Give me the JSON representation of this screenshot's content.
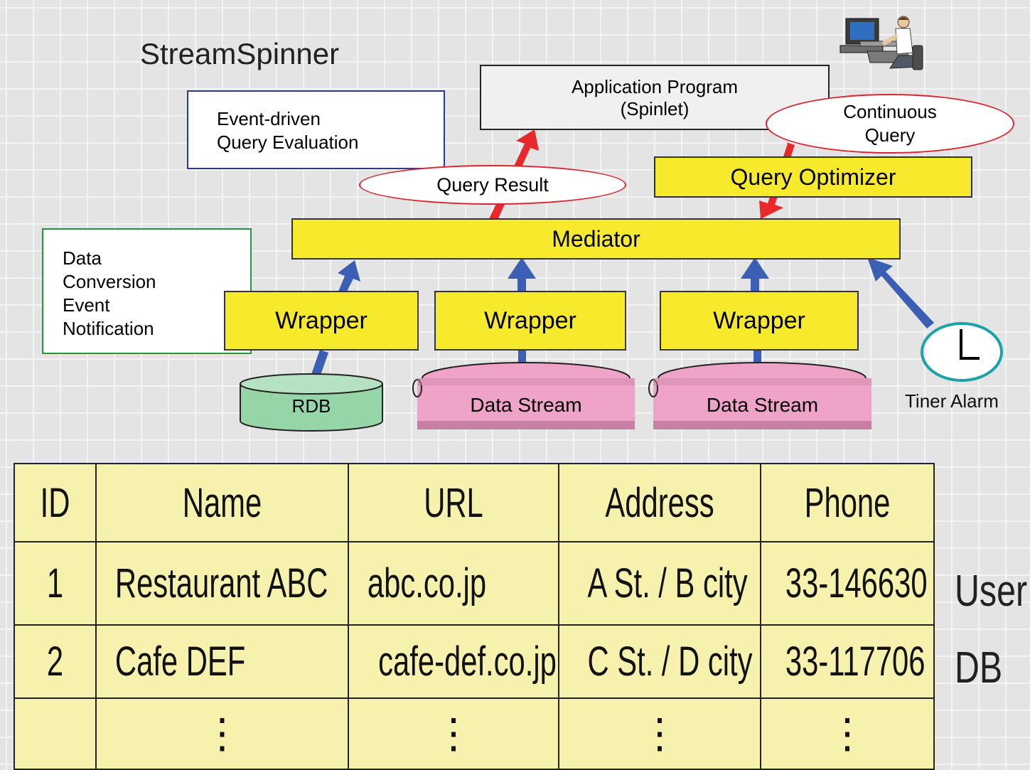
{
  "title": "StreamSpinner",
  "notes": {
    "event_driven": [
      "Event-driven",
      "Query Evaluation"
    ],
    "data_conversion": [
      "Data",
      "Conversion",
      "Event",
      "Notification"
    ]
  },
  "application": [
    "Application Program",
    "(Spinlet)"
  ],
  "continuous_query": [
    "Continuous",
    "Query"
  ],
  "query_optimizer": "Query Optimizer",
  "query_result": "Query Result",
  "mediator": "Mediator",
  "wrappers": [
    "Wrapper",
    "Wrapper",
    "Wrapper"
  ],
  "sources": {
    "rdb": "RDB",
    "stream1": "Data Stream",
    "stream2": "Data Stream",
    "timer": "Tiner Alarm"
  },
  "user_db": [
    "User",
    "DB"
  ],
  "table": {
    "headers": [
      "ID",
      "Name",
      "URL",
      "Address",
      "Phone"
    ],
    "rows": [
      [
        "1",
        "Restaurant ABC",
        "abc.co.jp",
        "A St. / B city",
        "33-146630"
      ],
      [
        "2",
        "Cafe DEF",
        "cafe-def.co.jp",
        "C St. / D city",
        "33-117706"
      ]
    ],
    "ellipsis": "⋮"
  },
  "colors": {
    "module_fill": "#f7ea2c",
    "arrow_up": "#3a5fb5",
    "arrow_result": "#e8282b",
    "stream_fill": "#f0a3c8",
    "rdb_fill": "#96d5a8",
    "table_fill": "#f7f1ae"
  }
}
